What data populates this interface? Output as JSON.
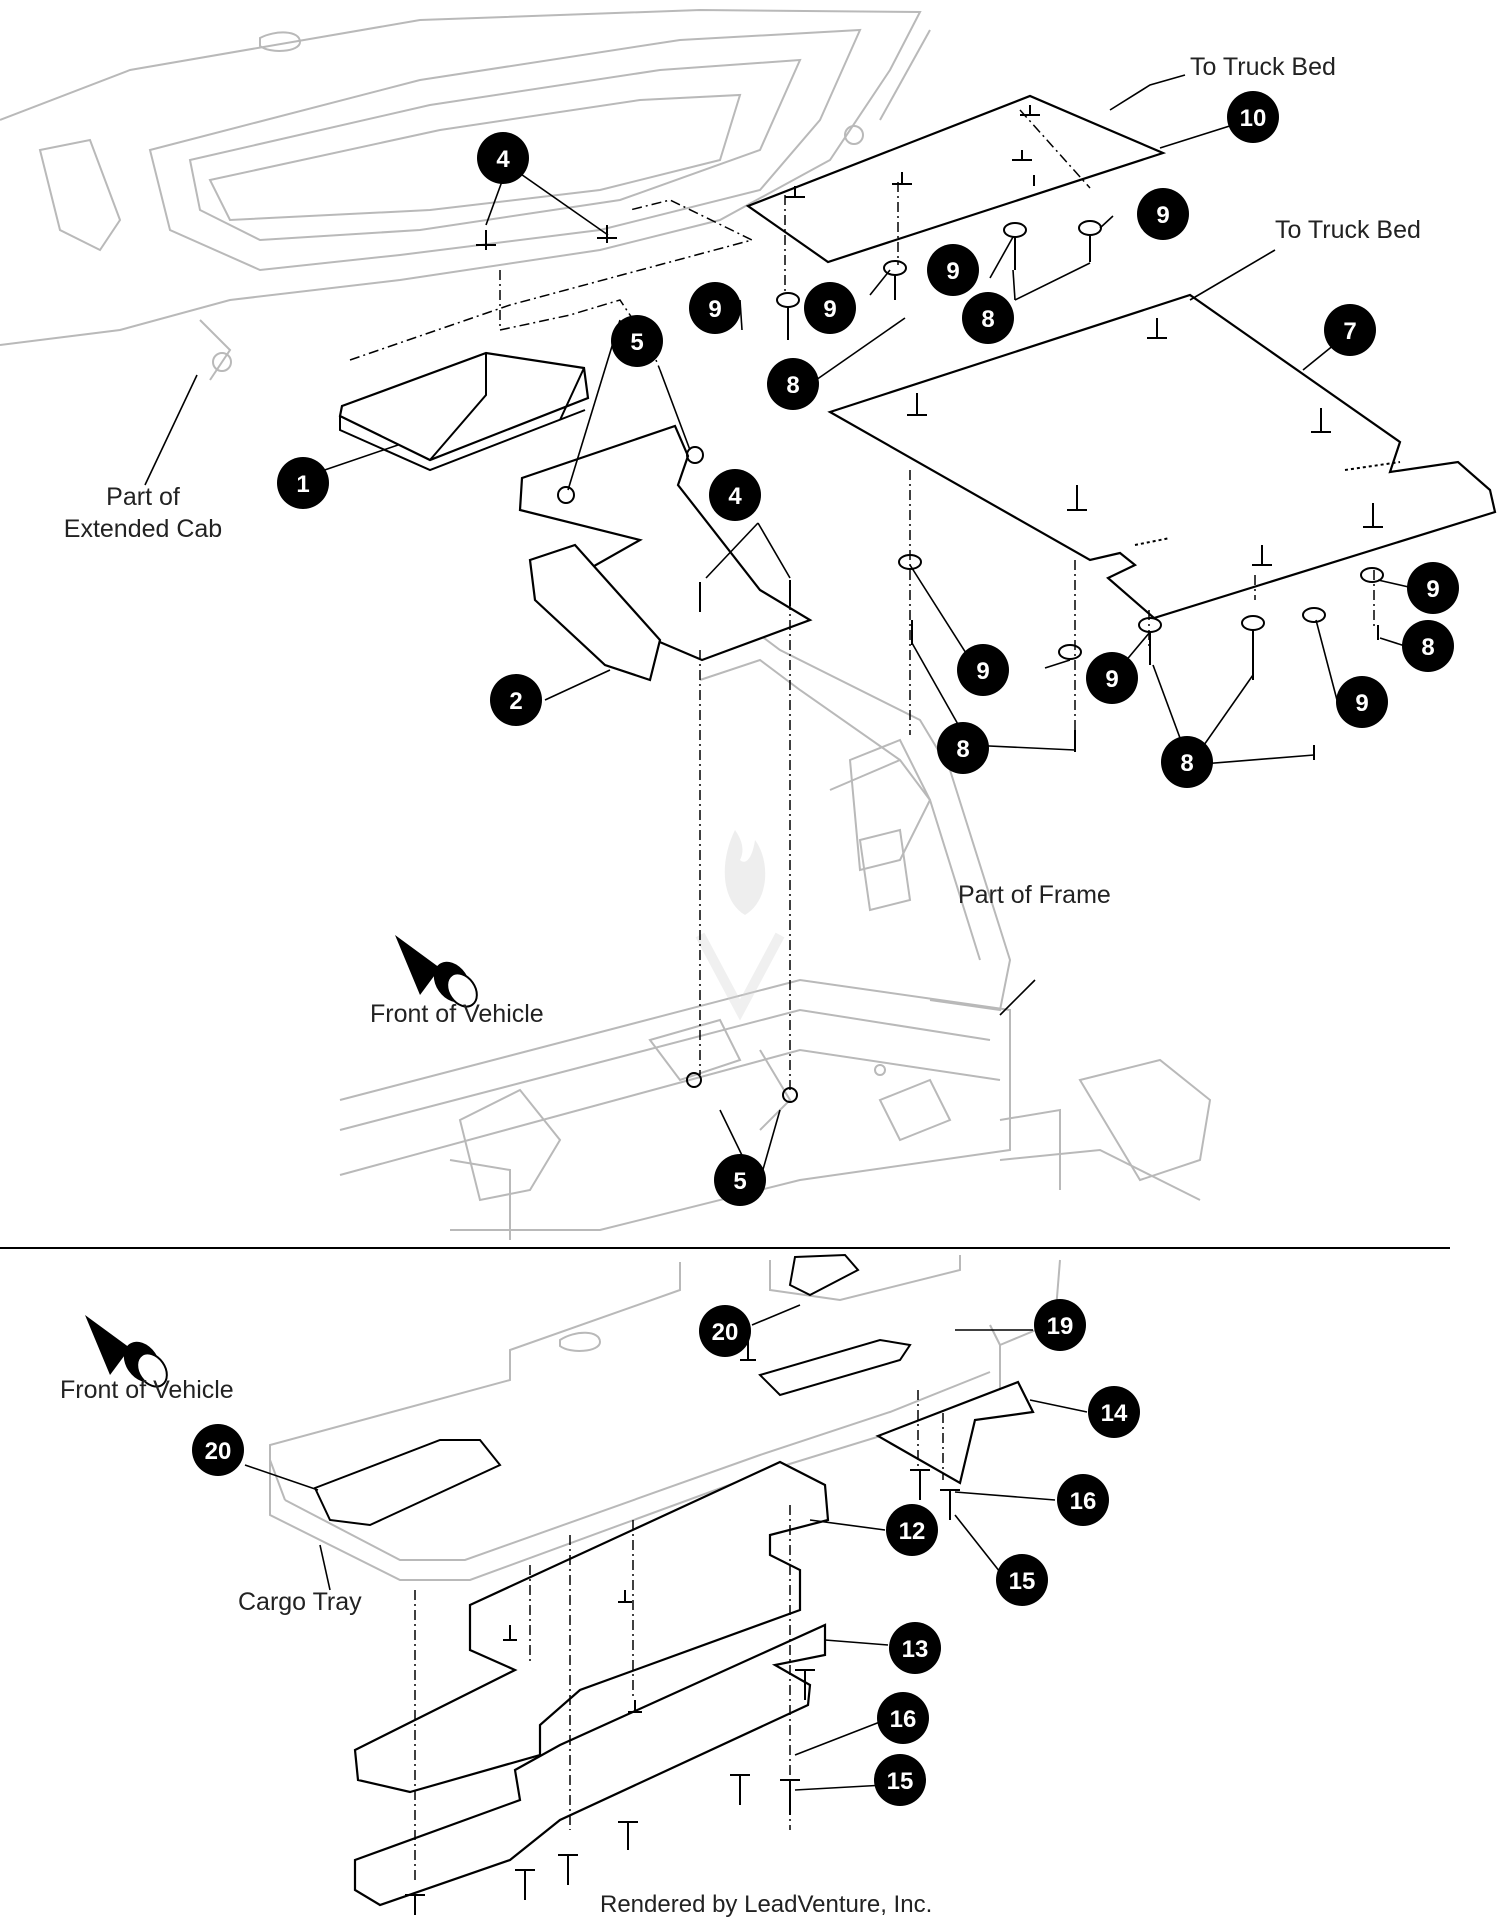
{
  "labels": {
    "to_truck_bed_top": "To Truck Bed",
    "to_truck_bed_mid": "To Truck Bed",
    "part_of_extended_cab_line1": "Part of",
    "part_of_extended_cab_line2": "Extended Cab",
    "part_of_frame": "Part of Frame",
    "front_of_vehicle_upper": "Front of Vehicle",
    "front_of_vehicle_lower": "Front of Vehicle",
    "cargo_tray": "Cargo Tray",
    "credit": "Rendered by LeadVenture, Inc."
  },
  "callouts": [
    "10",
    "4",
    "9",
    "9",
    "9",
    "9",
    "7",
    "8",
    "8",
    "5",
    "1",
    "4",
    "2",
    "9",
    "9",
    "8",
    "9",
    "9",
    "8",
    "8",
    "5",
    "20",
    "19",
    "14",
    "20",
    "16",
    "12",
    "15",
    "13",
    "16",
    "15"
  ],
  "colors": {
    "ink": "#000000",
    "faint": "#b9b9b9",
    "callout_fill": "#000000"
  }
}
